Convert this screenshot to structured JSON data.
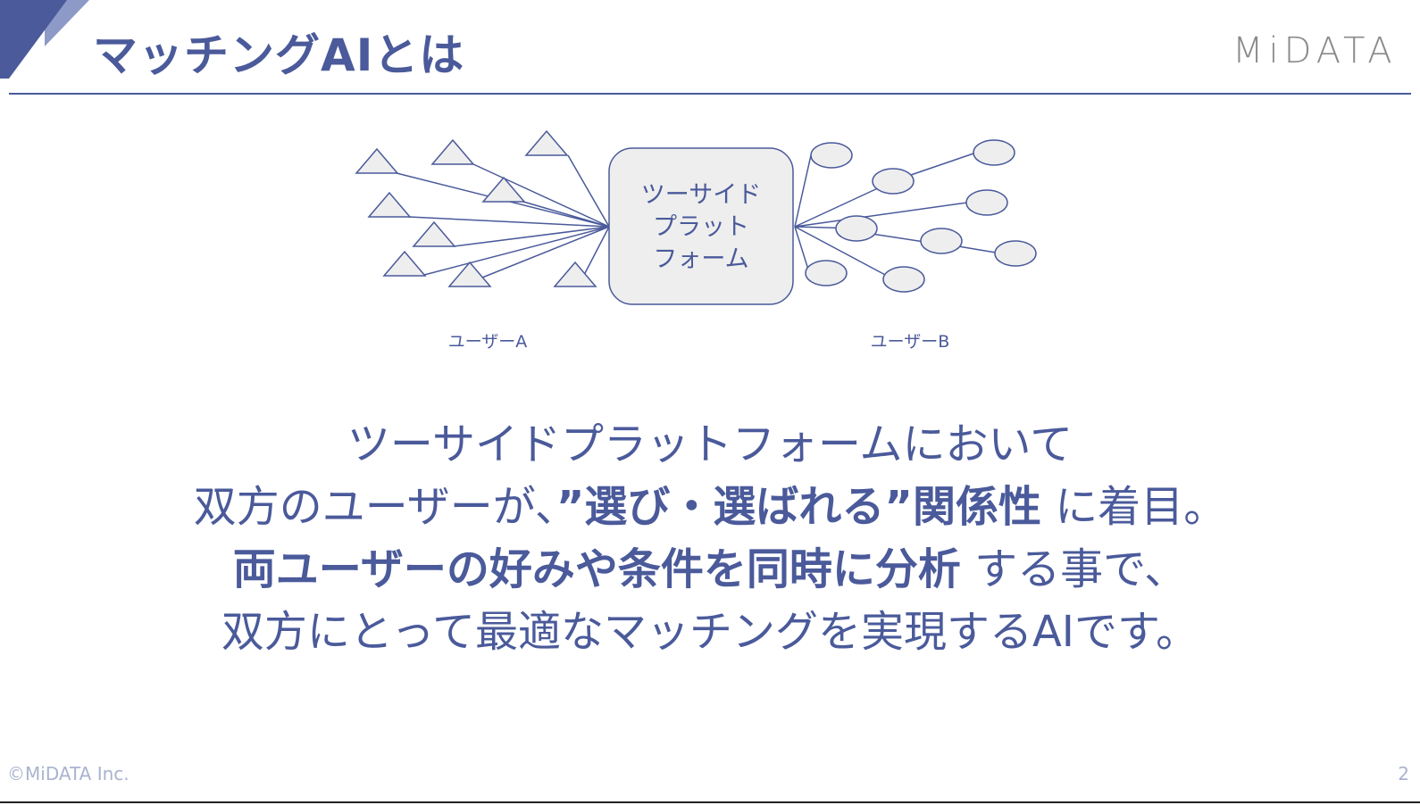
{
  "slide": {
    "title": "マッチングAIとは",
    "logo": "MiDATA",
    "page_number": "2",
    "copyright": "©MiDATA Inc."
  },
  "diagram": {
    "hub_lines": [
      "ツーサイド",
      "プラット",
      "フォーム"
    ],
    "user_a_label": "ユーザーA",
    "user_b_label": "ユーザーB",
    "colors": {
      "stroke": "#4a5a9a",
      "node_fill": "#eeeeee"
    }
  },
  "body": {
    "line1": "ツーサイドプラットフォームにおいて",
    "line2_pre": "双方のユーザーが、",
    "line2_bold": "”選び・選ばれる”関係性",
    "line2_post": " に着目。",
    "line3_bold": "両ユーザーの好みや条件を同時に分析",
    "line3_post": " する事で、",
    "line4": "双方にとって最適なマッチングを実現するAIです。"
  },
  "colors": {
    "accent": "#4a5a9a",
    "accent_light": "#8d9ac8",
    "footer": "#a9b3cf"
  }
}
